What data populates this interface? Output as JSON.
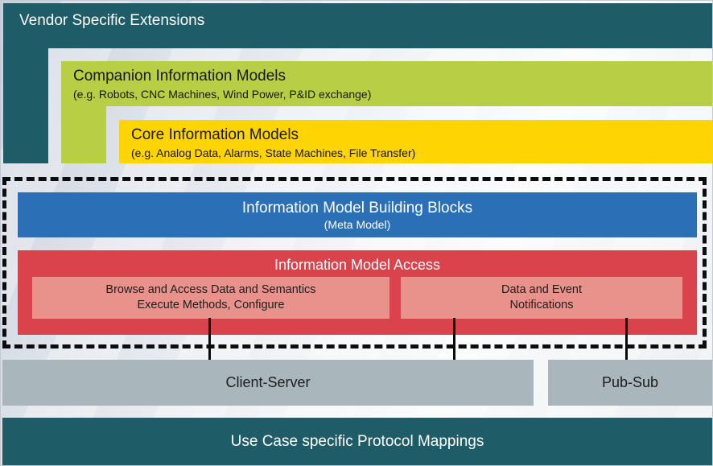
{
  "diagram": {
    "vendor": {
      "title": "Vendor Specific Extensions"
    },
    "companion": {
      "title": "Companion Information Models",
      "subtitle": "(e.g. Robots, CNC Machines, Wind Power, P&ID exchange)"
    },
    "core": {
      "title": "Core Information Models",
      "subtitle": "(e.g. Analog Data, Alarms, State Machines, File Transfer)"
    },
    "building_blocks": {
      "title": "Information Model Building Blocks",
      "subtitle": "(Meta Model)"
    },
    "access": {
      "title": "Information Model Access",
      "capabilities": [
        {
          "line1": "Browse and Access Data and Semantics",
          "line2": "Execute Methods, Configure"
        },
        {
          "line1": "Data and Event",
          "line2": "Notifications"
        }
      ]
    },
    "transports": [
      {
        "label": "Client-Server"
      },
      {
        "label": "Pub-Sub"
      }
    ],
    "protocol_mappings": {
      "title": "Use Case specific Protocol Mappings"
    },
    "colors": {
      "teal": "#1E5C68",
      "green": "#B8CE44",
      "yellow": "#FFD403",
      "blue": "#2B70B7",
      "red": "#DA434C",
      "pink": "#E9928C",
      "gray": "#A9B6BC",
      "dashed_outline": "#0d0d0d"
    }
  }
}
